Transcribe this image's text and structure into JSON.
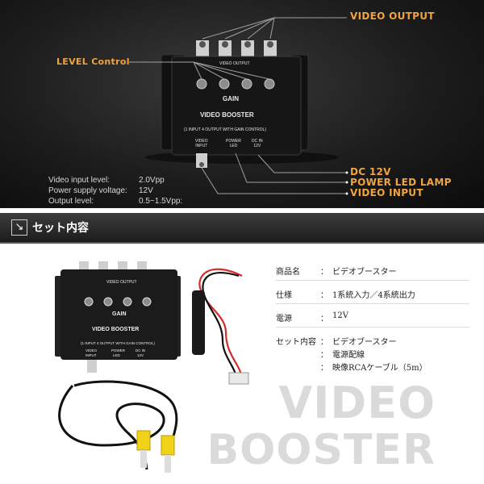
{
  "hero": {
    "callouts": {
      "video_output": "VIDEO OUTPUT",
      "level_control": "LEVEL Control",
      "dc": "DC 12V",
      "power_led": "POWER LED LAMP",
      "video_input": "VIDEO INPUT"
    },
    "device": {
      "top_label": "VIDEO OUTPUT",
      "gain": "GAIN",
      "title": "VIDEO BOOSTER",
      "subtitle": "(1 INPUT 4 OUTPUT WITH GAIN CONTROL)",
      "port1": "VIDEO\nINPUT",
      "port2": "POWER\nLED",
      "port3": "DC IN\n12V"
    },
    "specs": [
      {
        "label": "Video input level:",
        "value": "2.0Vpp"
      },
      {
        "label": "Power supply voltage:",
        "value": "12V"
      },
      {
        "label": "Output level:",
        "value": "0.5~1.5Vpp:"
      }
    ]
  },
  "section": {
    "icon": "arrow-down-right-icon",
    "title": "セット内容"
  },
  "product_table": {
    "rows": [
      {
        "key": "商品名",
        "colon": "：",
        "value": "ビデオブースター"
      },
      {
        "key": "仕様",
        "colon": "：",
        "value": "1系統入力／4系統出力"
      },
      {
        "key": "電源",
        "colon": "：",
        "value": "12V"
      },
      {
        "key": "セット内容",
        "colon": "：",
        "value": "ビデオブースター"
      },
      {
        "key": "",
        "colon": "：",
        "value": "電源配線"
      },
      {
        "key": "",
        "colon": "：",
        "value": "映像RCAケーブル（5m）"
      }
    ]
  },
  "watermark": {
    "line1": "VIDEO",
    "line2": "BOOSTER"
  },
  "colors": {
    "accent_orange": "#f0a440",
    "hero_bg": "#1d1d1d",
    "rca_yellow": "#f1d21a"
  }
}
